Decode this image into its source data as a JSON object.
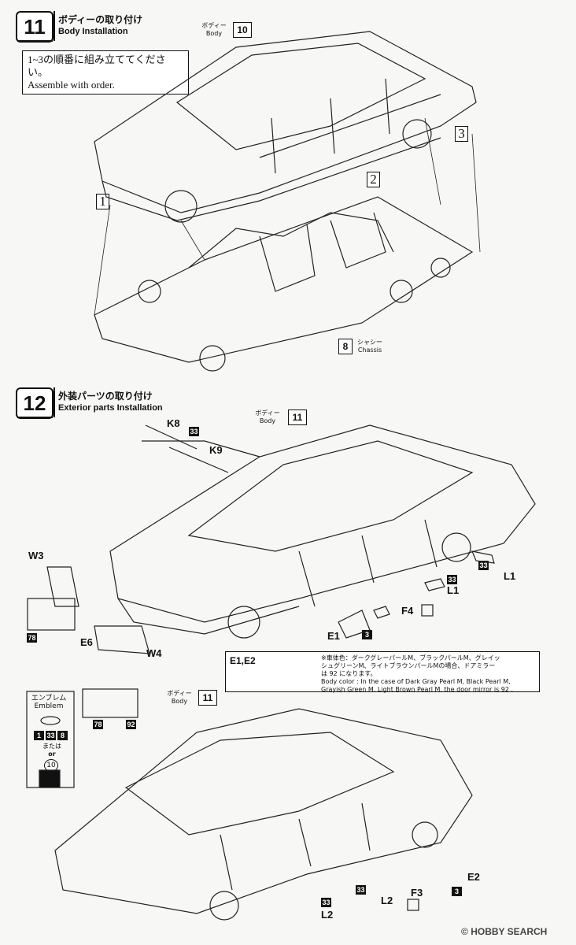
{
  "step11": {
    "number": "11",
    "title_jp": "ボディーの取り付け",
    "title_en": "Body Installation",
    "note_jp": "1~3の順番に組み立ててください。",
    "note_en": "Assemble with order.",
    "body_label_jp": "ボディー",
    "body_label_en": "Body",
    "body_ref": "10",
    "chassis_label_jp": "シャシー",
    "chassis_label_en": "Chassis",
    "chassis_ref": "8",
    "order_marks": [
      "1",
      "2",
      "3"
    ]
  },
  "step12": {
    "number": "12",
    "title_jp": "外装パーツの取り付け",
    "title_en": "Exterior parts Installation",
    "body_label_jp": "ボディー",
    "body_label_en": "Body",
    "body_ref": "11",
    "body_ref2": "11",
    "parts": {
      "k8": "K8",
      "k9": "K9",
      "w3": "W3",
      "w4": "W4",
      "e6": "E6",
      "e1": "E1",
      "f4": "F4",
      "l1a": "L1",
      "l1b": "L1",
      "l2a": "L2",
      "l2b": "L2",
      "e2": "E2",
      "f3": "F3"
    },
    "color_codes": {
      "k8": "33",
      "l1a": "33",
      "l1b": "33",
      "l2a": "33",
      "l2b": "33",
      "e1": "3",
      "e2": "3",
      "e6": "78",
      "decal_a": "78",
      "decal_b": "92"
    },
    "emblem": {
      "label_jp": "エンブレム",
      "label_en": "Emblem",
      "codes": [
        "1",
        "33",
        "8"
      ],
      "or_jp": "または",
      "or_en": "or",
      "alt": "10"
    },
    "color_note": {
      "ref": "E1,E2",
      "jp_line1": "※車体色：ダークグレーパールM、ブラックパールM、グレイッ",
      "jp_line2": "シュグリーンM、ライトブラウンパールMの場合、ドアミラー",
      "jp_line3": "は 92 になります。",
      "en_line1": "Body color : In the case of Dark Gray Pearl M, Black Pearl M,",
      "en_line2": "Grayish Green M, Light Brown Pearl M, the door mirror is 92 ."
    }
  },
  "watermark": "HOBBY SEARCH",
  "watermark_symbol": "©"
}
